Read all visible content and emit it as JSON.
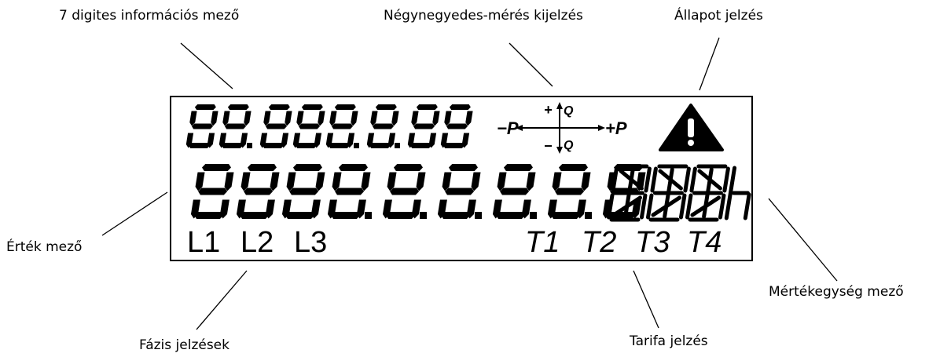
{
  "callouts": {
    "info_field": "7 digites információs mező",
    "quadrant_display": "Négynegyedes-mérés kijelzés",
    "status": "Állapot jelzés",
    "value_field": "Érték mező",
    "unit_field": "Mértékegység mező",
    "phase": "Fázis jelzések",
    "tariff": "Tarifa jelzés"
  },
  "lcd": {
    "info_digits": "88.888.8.88",
    "value_digits": "8888.8.8.8.8.8",
    "quadrant": {
      "plus": "+",
      "minus": "−",
      "p": "P",
      "q": "Q"
    },
    "status_icon": "warning-triangle-icon",
    "phases": [
      "L1",
      "L2",
      "L3"
    ],
    "tariffs": [
      "T1",
      "T2",
      "T3",
      "T4"
    ]
  }
}
